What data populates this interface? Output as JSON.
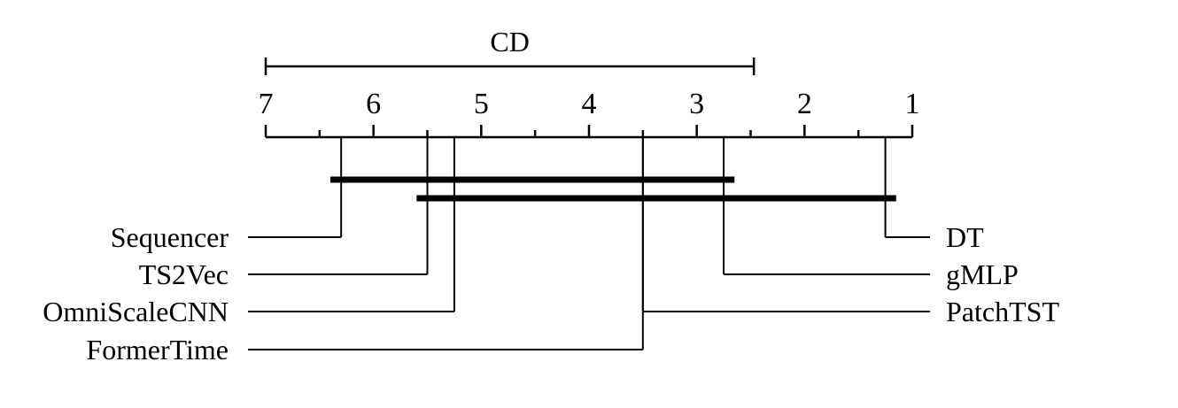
{
  "chart_data": {
    "type": "critical-difference-diagram",
    "axis": {
      "min": 1,
      "max": 7,
      "reversed": true,
      "ticks": [
        7,
        6,
        5,
        4,
        3,
        2,
        1
      ],
      "tick_labels": [
        "7",
        "6",
        "5",
        "4",
        "3",
        "2",
        "1"
      ],
      "minor_step": 0.5
    },
    "cd": {
      "label": "CD",
      "value": 4.53
    },
    "methods": [
      {
        "name": "Sequencer",
        "rank": 6.3,
        "side": "left"
      },
      {
        "name": "TS2Vec",
        "rank": 5.5,
        "side": "left"
      },
      {
        "name": "OmniScaleCNN",
        "rank": 5.25,
        "side": "left"
      },
      {
        "name": "FormerTime",
        "rank": 3.5,
        "side": "left"
      },
      {
        "name": "DT",
        "rank": 1.25,
        "side": "right"
      },
      {
        "name": "gMLP",
        "rank": 2.75,
        "side": "right"
      },
      {
        "name": "PatchTST",
        "rank": 3.5,
        "side": "right"
      }
    ],
    "cliques": [
      {
        "from": 6.4,
        "to": 2.65
      },
      {
        "from": 5.6,
        "to": 1.15
      }
    ]
  }
}
